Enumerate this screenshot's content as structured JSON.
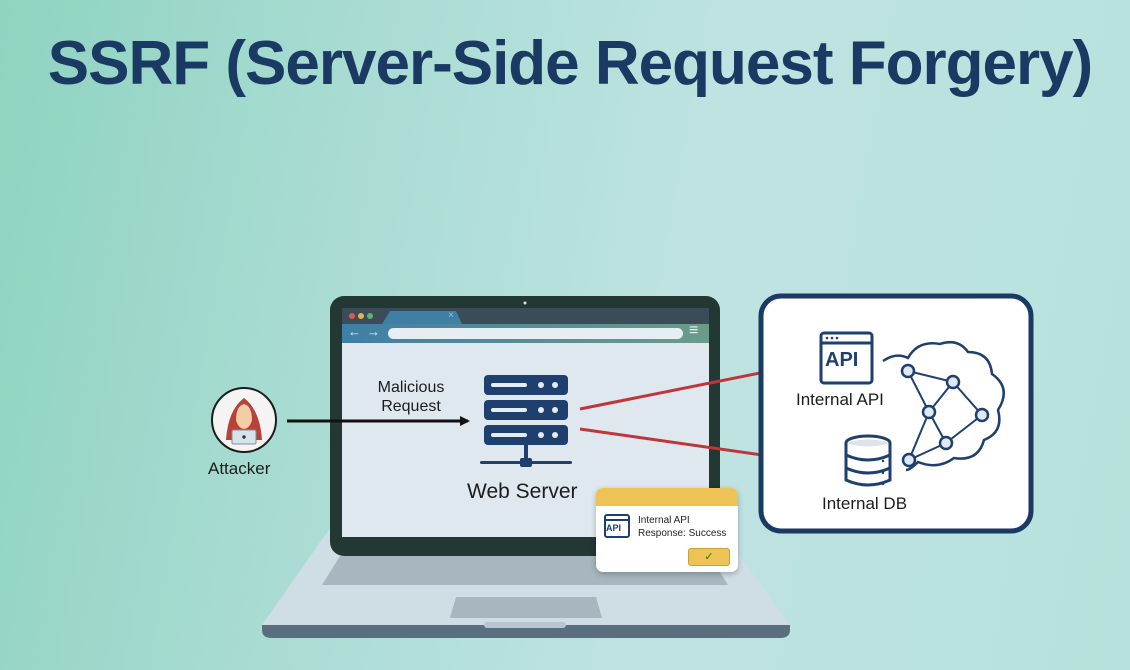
{
  "title": "SSRF (Server-Side Request Forgery)",
  "attacker": {
    "label": "Attacker",
    "icon": "hooded-hacker-icon"
  },
  "request_arrow": {
    "label_line1": "Malicious",
    "label_line2": "Request",
    "color": "#111111"
  },
  "web_server": {
    "label": "Web Server",
    "icon": "server-rack-icon",
    "color": "#1f3f6e"
  },
  "internal_network": {
    "api": {
      "label": "Internal API",
      "icon_text": "API"
    },
    "db": {
      "label": "Internal DB"
    },
    "arrow_color": "#c0353a",
    "border_color": "#1b3a63"
  },
  "popup": {
    "icon_text": "API",
    "line1": "Internal API",
    "line2": "Response: Success",
    "button_glyph": "✓",
    "accent": "#edc355"
  },
  "browser": {
    "close_glyph": "×",
    "back_glyph": "←",
    "forward_glyph": "→",
    "menu_glyph": "≡"
  }
}
